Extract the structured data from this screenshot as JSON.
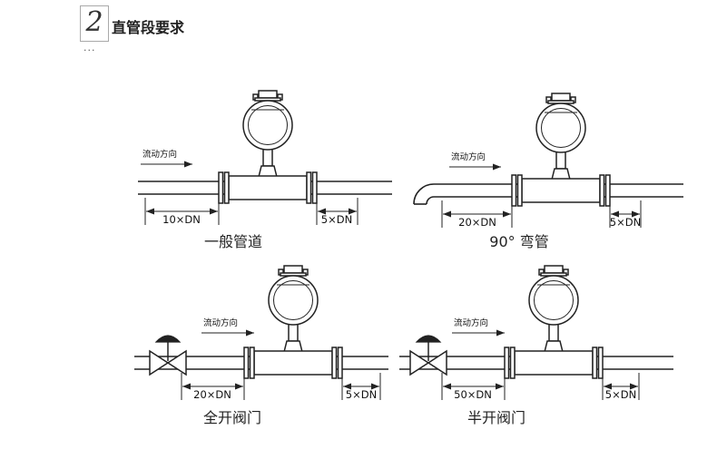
{
  "header": {
    "number": "2",
    "title": "直管段要求",
    "dots": "..."
  },
  "diagrams": [
    {
      "caption": "一般管道",
      "flow_label": "流动方向",
      "upstream": "10×DN",
      "downstream": "5×DN"
    },
    {
      "caption": "90° 弯管",
      "flow_label": "流动方向",
      "upstream": "20×DN",
      "downstream": "5×DN"
    },
    {
      "caption": "全开阀门",
      "flow_label": "流动方向",
      "upstream": "20×DN",
      "downstream": "5×DN"
    },
    {
      "caption": "半开阀门",
      "flow_label": "流动方向",
      "upstream": "50×DN",
      "downstream": "5×DN"
    }
  ],
  "colors": {
    "line": "#222222",
    "text": "#111111",
    "background": "#ffffff"
  }
}
